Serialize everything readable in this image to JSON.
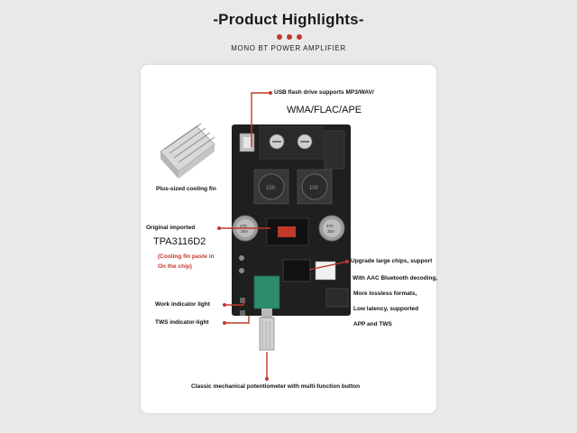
{
  "header": {
    "title": "-Product Highlights-",
    "subtitle": "MONO BT POWER AMPLIFIER"
  },
  "colors": {
    "accent": "#c0392b",
    "board": "#1f1f1f",
    "knob": "#2e8b6e"
  },
  "callouts": {
    "usb_line1": "USB flash drive supports MP3/WAV/",
    "usb_line2": "WMA/FLAC/APE",
    "cooling_fin": "Plus-sized cooling fin",
    "original": "Original imported",
    "chip_name": "TPA3116D2",
    "cooling_note_line1": "(Cooling fin paste in",
    "cooling_note_line2": "On the chip)",
    "upgrade_chips": "Upgrade large chips, support",
    "aac": "With AAC Bluetooth decoding,",
    "lossless": "More lossless formats,",
    "latency": "Low latency, supported",
    "app_tws": "APP and TWS",
    "work_indicator": "Work indicator light",
    "tws_indicator": "TWS indicator-light",
    "potentiometer": "Classic mechanical potentiometer with multi-function button"
  },
  "board_marks": {
    "inductor": "100",
    "cap_line1": "470",
    "cap_line2": "35V"
  }
}
